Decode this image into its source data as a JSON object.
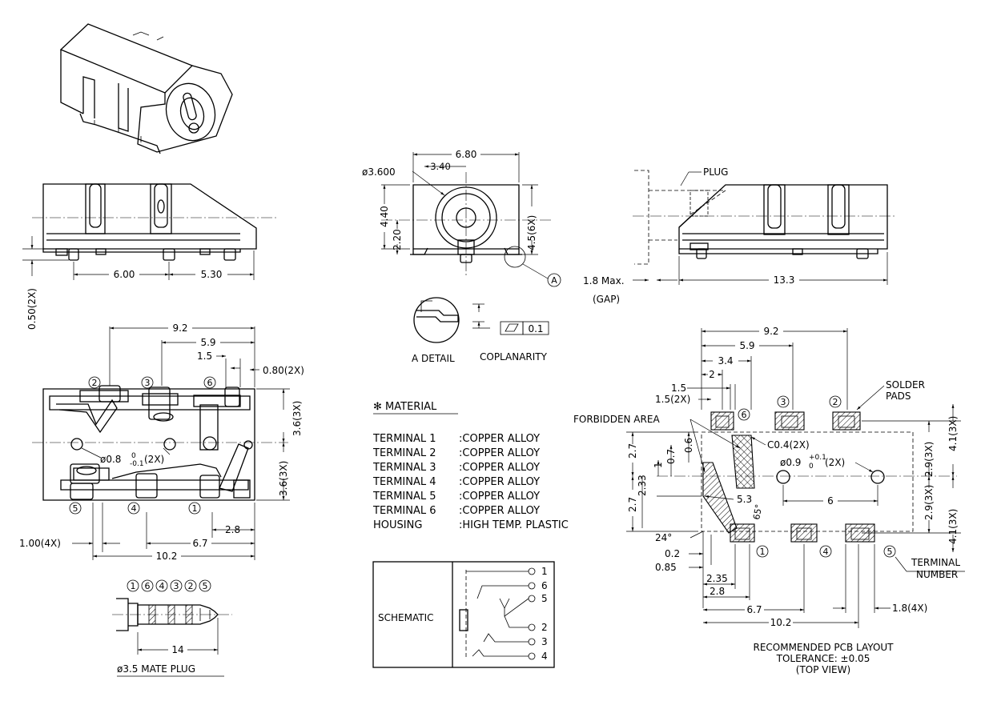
{
  "dims_side": {
    "gap_05": "0.50(2X)",
    "d_600": "6.00",
    "d_530": "5.30"
  },
  "dims_front": {
    "d_680": "6.80",
    "d_340": "3.40",
    "d_dia": "ø3.600",
    "d_440": "4.40",
    "d_220": "2.20",
    "d_45": "4.5(6X)",
    "detail_letter": "A"
  },
  "dims_right": {
    "plug": "PLUG",
    "d_133": "13.3",
    "max_gap": "1.8 Max.",
    "gap": "(GAP)"
  },
  "detail": {
    "label": "A DETAIL",
    "coplanarity": "COPLANARITY",
    "tol": "0.1"
  },
  "dims_top": {
    "d_92": "9.2",
    "d_59": "5.9",
    "d_15": "1.5",
    "d_080": "0.80(2X)",
    "d_36a": "3.6(3X)",
    "d_36b": "3.6(3X)",
    "d_hole": "ø0.8",
    "d_hole_sup": "0",
    "d_hole_sub": "-0.1",
    "d_hole_n": "(2X)",
    "d_28": "2.8",
    "d_67": "6.7",
    "d_100": "1.00(4X)",
    "d_102": "10.2"
  },
  "terminals": [
    "1",
    "2",
    "3",
    "4",
    "5",
    "6"
  ],
  "plug": {
    "d_14": "14",
    "title": "ø3.5 MATE PLUG",
    "order": [
      "1",
      "6",
      "4",
      "3",
      "2",
      "5"
    ]
  },
  "material": {
    "title": "✻ MATERIAL",
    "rows": [
      {
        "name": "TERMINAL  1",
        "value": ":COPPER  ALLOY"
      },
      {
        "name": "TERMINAL  2",
        "value": ":COPPER  ALLOY"
      },
      {
        "name": "TERMINAL  3",
        "value": ":COPPER  ALLOY"
      },
      {
        "name": "TERMINAL  4",
        "value": ":COPPER  ALLOY"
      },
      {
        "name": "TERMINAL  5",
        "value": ":COPPER  ALLOY"
      },
      {
        "name": "TERMINAL  6",
        "value": ":COPPER  ALLOY"
      },
      {
        "name": "HOUSING",
        "value": ":HIGH  TEMP.  PLASTIC"
      }
    ]
  },
  "schematic": {
    "label": "SCHEMATIC",
    "pins": [
      "1",
      "6",
      "5",
      "2",
      "3",
      "4"
    ]
  },
  "pcb": {
    "d_92": "9.2",
    "d_59": "5.9",
    "d_34": "3.4",
    "d_2": "2",
    "d_15": "1.5",
    "d_15x": "1.5(2X)",
    "solder": "SOLDER",
    "pads": "PADS",
    "forbidden": "FORBIDDEN AREA",
    "chamfer": "C0.4(2X)",
    "d_27a": "2.7",
    "d_1": "1",
    "d_07": "0.7",
    "d_06": "0.6",
    "d_233": "2.33",
    "d_27b": "2.7",
    "d_53": "5.3",
    "d_65": "65°",
    "d_6": "6",
    "hole": "ø0.9",
    "hole_sup": "+0.1",
    "hole_sub": "0",
    "hole_n": "(2X)",
    "d_29a": "2.9(3X)",
    "d_41a": "4.1(3X)",
    "d_29b": "2.9(3X)",
    "d_41b": "4.1(3X)",
    "d_24": "24°",
    "d_02": "0.2",
    "d_085": "0.85",
    "d_235": "2.35",
    "d_28": "2.8",
    "d_67": "6.7",
    "d_102": "10.2",
    "d_18": "1.8(4X)",
    "terminal": "TERMINAL",
    "number": "NUMBER",
    "caption1": "RECOMMENDED  PCB  LAYOUT",
    "caption2": "TOLERANCE: ±0.05",
    "caption3": "(TOP  VIEW)"
  }
}
